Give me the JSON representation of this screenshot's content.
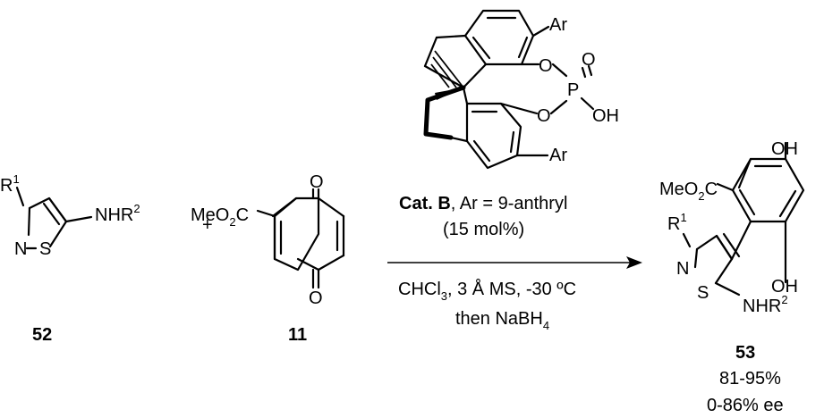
{
  "reactant_52": {
    "r1": "R",
    "r1_sup": "1",
    "nhr2": "NHR",
    "nhr2_sup": "2",
    "n": "N",
    "s": "S",
    "label": "52"
  },
  "plus": "+",
  "reactant_11": {
    "substituent": "MeO",
    "substituent_sub": "2",
    "substituent_tail": "C",
    "o_top": "O",
    "o_bottom": "O",
    "label": "11"
  },
  "catalyst": {
    "ar_top": "Ar",
    "ar_bottom": "Ar",
    "o1": "O",
    "o2": "O",
    "p": "P",
    "o_double": "O",
    "oh": "OH",
    "label_bold": "Cat. B",
    "label_rest": ", Ar = 9-anthryl",
    "loading": "(15 mol%)"
  },
  "conditions": {
    "line1_a": "CHCl",
    "line1_sub": "3",
    "line1_b": ", 3 Å MS,  -30 ºC",
    "line2_a": "then NaBH",
    "line2_sub": "4"
  },
  "product_53": {
    "oh_top": "OH",
    "oh_bottom": "OH",
    "ester_a": "MeO",
    "ester_sub": "2",
    "ester_b": "C",
    "r1": "R",
    "r1_sup": "1",
    "n": "N",
    "s": "S",
    "nhr2": "NHR",
    "nhr2_sup": "2",
    "label": "53",
    "yield": "81-95%",
    "ee": "0-86% ee"
  }
}
